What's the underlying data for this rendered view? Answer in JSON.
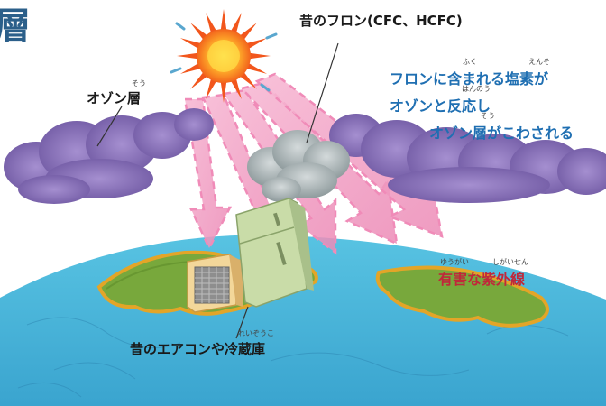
{
  "title_fragment": "層",
  "labels": {
    "old_freon": "昔のフロン(CFC、HCFC)",
    "ozone_layer": "オゾン層",
    "reaction_line1": "フロンに含まれる塩素が",
    "reaction_line2": "オゾンと反応し",
    "reaction_line3": "オゾン層がこわされる",
    "harmful_uv": "有害な紫外線",
    "old_appliances": "昔のエアコンや冷蔵庫"
  },
  "furigana": {
    "ozone_sou": "そう",
    "fuku": "ふく",
    "enso": "えんそ",
    "hannou": "はんのう",
    "layer_sou": "そう",
    "yuugai": "ゆうがい",
    "shigaisen": "しがいせん",
    "reizouko": "れいぞうこ"
  },
  "colors": {
    "title": "#2b5f8a",
    "blue_text": "#1f6fb2",
    "red_text": "#c0283a",
    "black_text": "#1a1a1a",
    "sun_rays": "#f25c1f",
    "sun_core": "#ff8a1e",
    "uv_arrows": "#e98ab7",
    "ozone_cloud": "#8a6fb3",
    "freon_cloud": "#a9b4b6",
    "earth_land": "#76a63a",
    "earth_ocean": "#4cb6d6"
  }
}
